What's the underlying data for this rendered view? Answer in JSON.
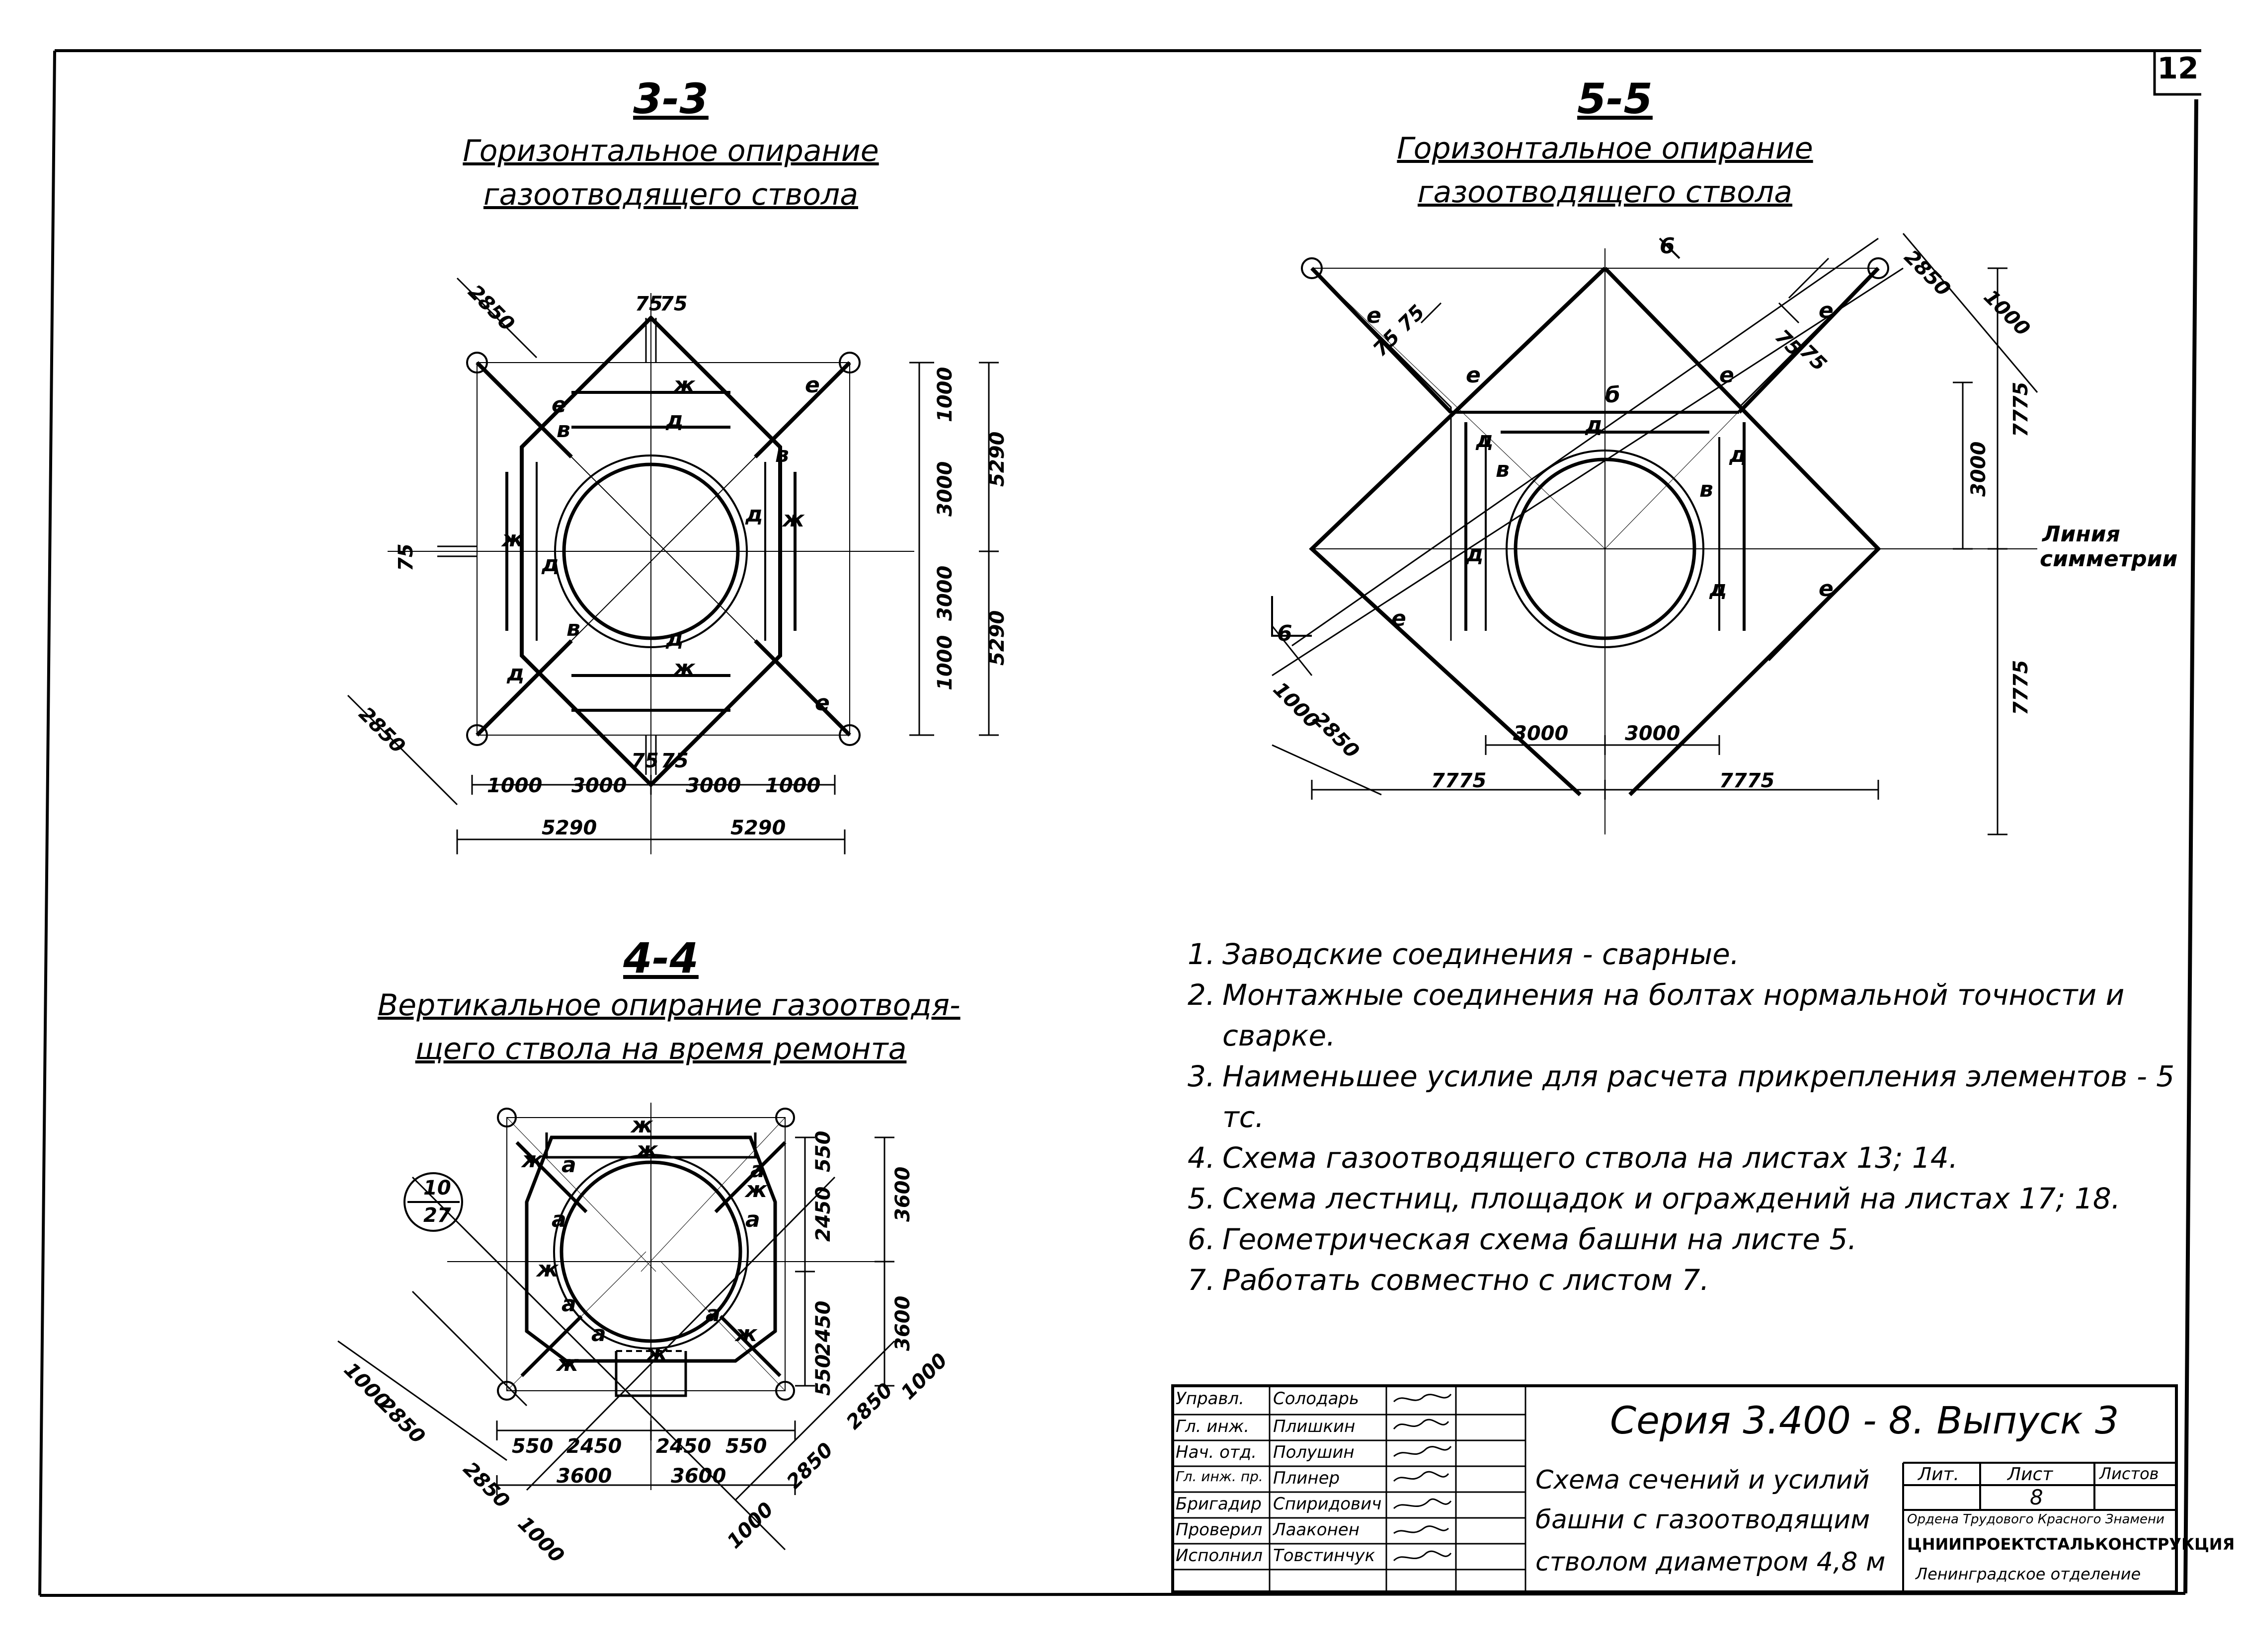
{
  "sheet_number": "12",
  "sections": {
    "s33": {
      "id": "3-3",
      "subtitle1": "Горизонтальное опирание",
      "subtitle2": "газоотводящего ствола"
    },
    "s55": {
      "id": "5-5",
      "subtitle1": "Горизонтальное опирание",
      "subtitle2": "газоотводящего ствола"
    },
    "s44": {
      "id": "4-4",
      "subtitle1": "Вертикальное опирание газоотводя-",
      "subtitle2": "щего ствола на время ремонта"
    }
  },
  "labels": {
    "zh": "ж",
    "d": "д",
    "v": "в",
    "e": "е",
    "b": "б",
    "a": "а",
    "cut6": "6",
    "symmetry1": "Линия",
    "symmetry2": "симметрии",
    "callout_top": "10",
    "callout_bottom": "27"
  },
  "dims": {
    "d75": "75",
    "d1000": "1000",
    "d3000": "3000",
    "d5290": "5290",
    "d2850": "2850",
    "d7775": "7775",
    "d550": "550",
    "d2450": "2450",
    "d3600": "3600"
  },
  "notes": [
    {
      "n": "1.",
      "text": "Заводские соединения - сварные."
    },
    {
      "n": "2.",
      "text": "Монтажные соединения на болтах нормальной точности и сварке."
    },
    {
      "n": "3.",
      "text": "Наименьшее усилие для расчета прикрепления элементов - 5 тс."
    },
    {
      "n": "4.",
      "text": "Схема газоотводящего ствола на листах 13; 14."
    },
    {
      "n": "5.",
      "text": "Схема лестниц, площадок и ограждений на листах 17; 18."
    },
    {
      "n": "6.",
      "text": "Геометрическая схема башни на листе 5."
    },
    {
      "n": "7.",
      "text": "Работать совместно с листом 7."
    }
  ],
  "stamp": {
    "roles": [
      "Управл.",
      "Гл. инж.",
      "Нач. отд.",
      "Гл. инж. пр.",
      "Бригадир",
      "Проверил",
      "Исполнил"
    ],
    "names": [
      "Солодарь",
      "Плишкин",
      "Полушин",
      "Плинер",
      "Спиридович",
      "Лааконен",
      "Товстинчук"
    ],
    "series": "Серия 3.400 - 8. Выпуск 3",
    "title1": "Схема сечений и усилий",
    "title2": "башни с газоотводящим",
    "title3": "стволом диаметром 4,8 м",
    "lit_label": "Лит.",
    "sheet_label": "Лист",
    "sheets_label": "Листов",
    "sheet_value": "8",
    "org1": "Ордена Трудового Красного Знамени",
    "org2": "ЦНИИПРОЕКТСТАЛЬКОНСТРУКЦИЯ",
    "org3": "Ленинградское отделение"
  }
}
